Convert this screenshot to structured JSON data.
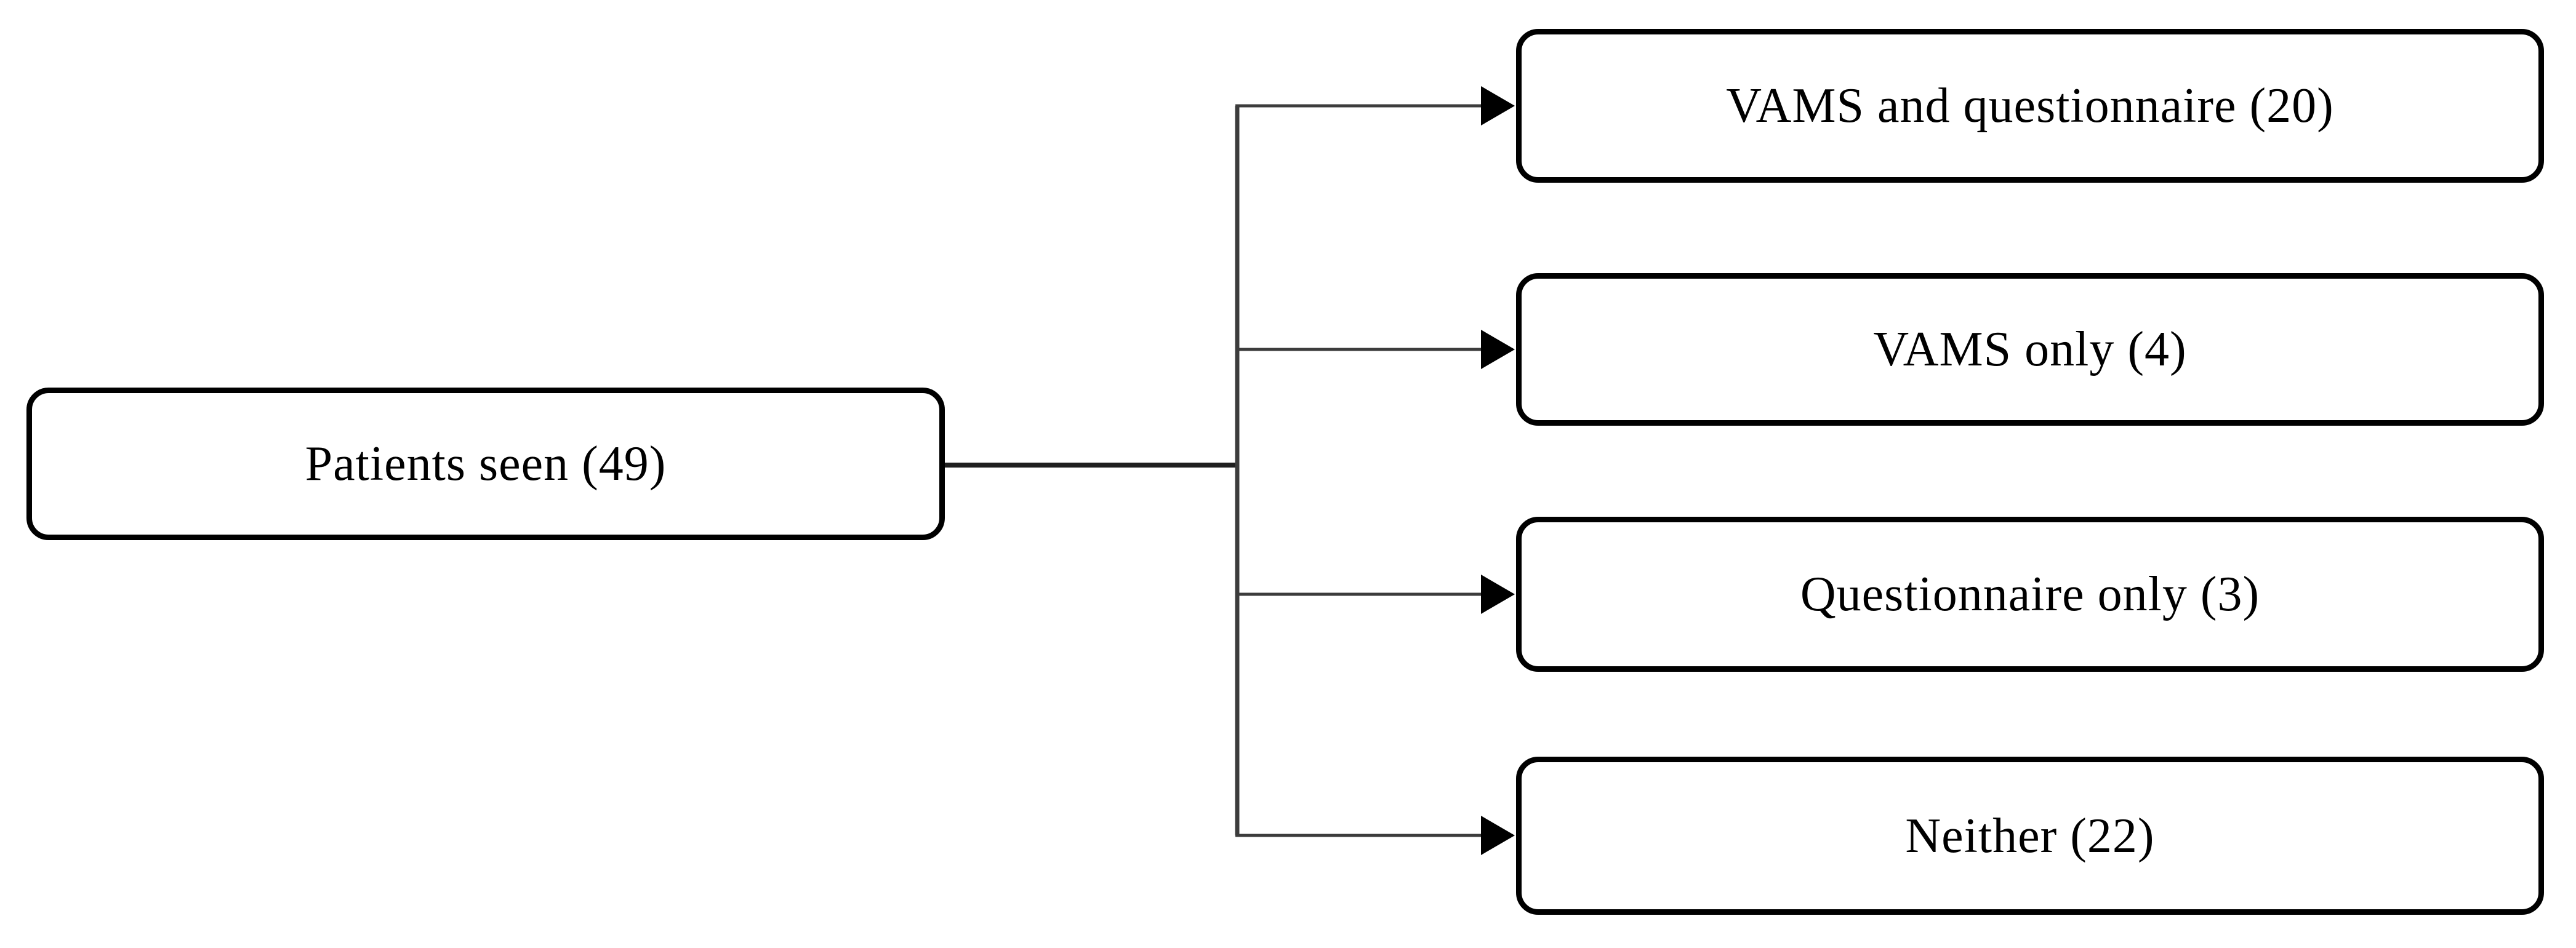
{
  "diagram": {
    "type": "flowchart",
    "background_color": "#ffffff",
    "box_border_color": "#000000",
    "connector_color": "#3c3c3c",
    "text_color": "#000000",
    "root": {
      "label": "Patients seen (49)",
      "name": "Patients seen",
      "count": 49
    },
    "children": [
      {
        "label": "VAMS and questionnaire (20)",
        "name": "VAMS and questionnaire",
        "count": 20
      },
      {
        "label": "VAMS only (4)",
        "name": "VAMS only",
        "count": 4
      },
      {
        "label": "Questionnaire only (3)",
        "name": "Questionnaire only",
        "count": 3
      },
      {
        "label": "Neither (22)",
        "name": "Neither",
        "count": 22
      }
    ]
  }
}
